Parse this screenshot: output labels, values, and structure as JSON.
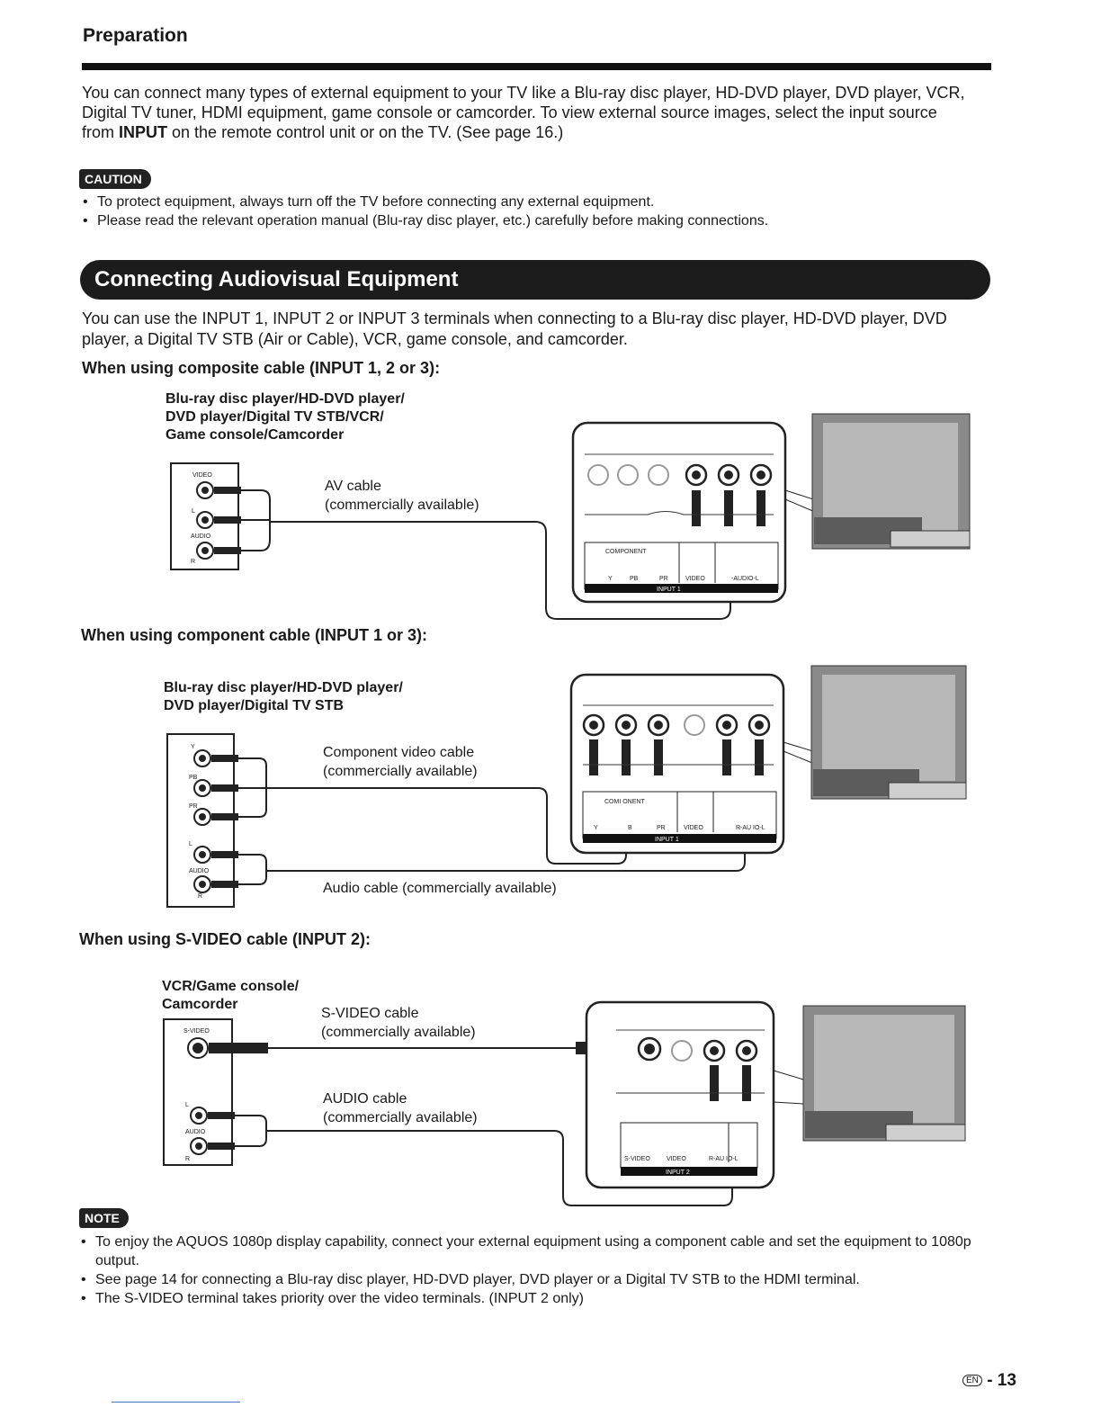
{
  "header": {
    "title": "Preparation"
  },
  "intro": {
    "text_a": "You can connect many types of external equipment to your TV like a Blu-ray disc player, HD-DVD player, DVD player, VCR, Digital TV tuner, HDMI equipment, game console or camcorder. To view external source images, select the input source from ",
    "bold": "INPUT",
    "text_b": " on the remote control unit or on the TV. (See page 16.)"
  },
  "caution": {
    "label": "CAUTION",
    "items": [
      "To protect equipment, always turn off the TV before connecting any external equipment.",
      "Please read the relevant operation manual (Blu-ray disc player, etc.) carefully before making connections."
    ]
  },
  "section": {
    "title": "Connecting Audiovisual Equipment",
    "lead": "You can use the INPUT 1, INPUT 2 or INPUT 3 terminals when connecting to a Blu-ray disc player, HD-DVD player, DVD player, a Digital TV STB (Air or Cable), VCR, game console, and camcorder."
  },
  "composite": {
    "heading": "When using composite cable (INPUT 1, 2 or 3):",
    "device_lines": [
      "Blu-ray disc player/HD-DVD player/",
      "DVD player/Digital TV STB/VCR/",
      "Game console/Camcorder"
    ],
    "cable_lines": [
      "AV cable",
      "(commercially available)"
    ],
    "device_jacks": {
      "video": "VIDEO",
      "l": "L",
      "audio": "AUDIO",
      "r": "R"
    },
    "panel": {
      "component": "COMPONENT",
      "y": "Y",
      "pb": "PB",
      "pr": "PR",
      "video": "VIDEO",
      "audio": "-AUDIO-L",
      "input": "INPUT 1"
    }
  },
  "component": {
    "heading": "When using component cable (INPUT 1 or 3):",
    "device_lines": [
      "Blu-ray disc player/HD-DVD player/",
      "DVD player/Digital TV STB"
    ],
    "cable_lines": [
      "Component video cable",
      "(commercially available)"
    ],
    "audio_cable": "Audio cable (commercially available)",
    "device_jacks": {
      "y": "Y",
      "pb": "PB",
      "pr": "PR",
      "l": "L",
      "audio": "AUDIO",
      "r": "R"
    },
    "panel": {
      "component": "COMI  ONENT",
      "y": "Y",
      "pb": "B",
      "pr": "PR",
      "video": "VIDEO",
      "audio": "R-AU  IO-L",
      "input": "INPUT 1"
    }
  },
  "svideo": {
    "heading": "When using S-VIDEO cable (INPUT 2):",
    "device_lines": [
      "VCR/Game console/",
      "Camcorder"
    ],
    "svideo_cable": [
      "S-VIDEO cable",
      "(commercially available)"
    ],
    "audio_cable": [
      "AUDIO cable",
      "(commercially available)"
    ],
    "device_jacks": {
      "svideo": "S-VIDEO",
      "l": "L",
      "audio": "AUDIO",
      "r": "R"
    },
    "panel": {
      "svideo": "S-VIDEO",
      "video": "VIDEO",
      "audio": "R-AU  IO-L",
      "input": "INPUT 2"
    }
  },
  "note": {
    "label": "NOTE",
    "items": [
      "To enjoy the AQUOS 1080p display capability, connect your external equipment using a component cable and set the equipment to 1080p output.",
      "See page 14 for connecting a Blu-ray disc player, HD-DVD player, DVD player or a Digital TV STB to the HDMI terminal.",
      "The S-VIDEO terminal takes priority over the video terminals. (INPUT 2 only)"
    ]
  },
  "footer": {
    "lang": "EN",
    "page": "- 13"
  }
}
